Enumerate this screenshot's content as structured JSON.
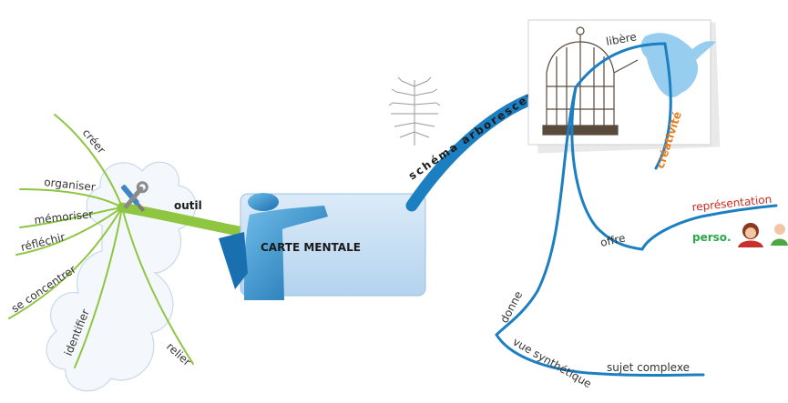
{
  "center": {
    "title": "CARTE MENTALE"
  },
  "branches": {
    "tool": {
      "label": "outil",
      "color": "#8fc641",
      "verbs": [
        "créer",
        "organiser",
        "mémoriser",
        "réfléchir",
        "se concentrer",
        "identifier",
        "relier"
      ]
    },
    "tree": {
      "label": "schéma arborescent",
      "color": "#1c7fc2"
    },
    "frees": {
      "label": "libère",
      "child": "créativité",
      "child_color": "#e87d1e"
    },
    "offers": {
      "label": "offre",
      "children": [
        {
          "label": "représentation",
          "color": "#cc2a1f"
        },
        {
          "label": "perso.",
          "color": "#2aa84a"
        }
      ]
    },
    "gives": {
      "label": "donne",
      "children": [
        "vue synthétique",
        "sujet complexe"
      ]
    }
  },
  "icons": [
    "tools-icon",
    "person-icon",
    "tree-icon",
    "bird-cage-icon",
    "dove-icon",
    "woman-avatar-icon",
    "man-avatar-icon",
    "cloud-icon"
  ]
}
